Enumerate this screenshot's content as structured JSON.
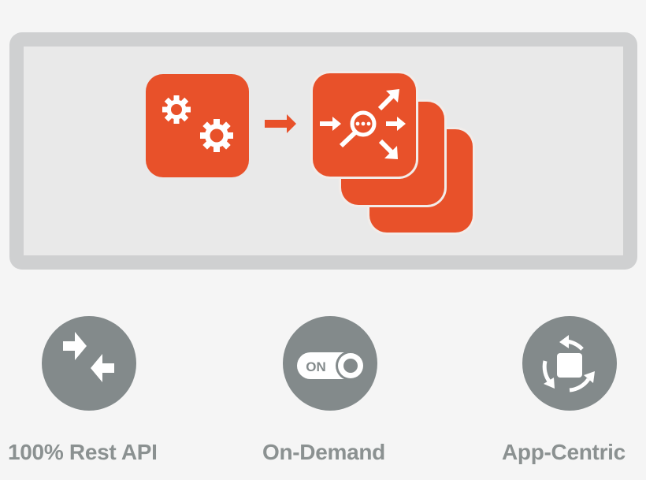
{
  "colors": {
    "accent_orange": "#e8512a",
    "badge_grey": "#838a8b",
    "label_grey": "#8b9191",
    "frame_border": "#cfd0d1",
    "frame_fill": "#e9e9e9",
    "background": "#f5f5f5"
  },
  "diagram": {
    "source_card": {
      "icon": "gears-icon"
    },
    "connector": {
      "icon": "arrow-right-icon"
    },
    "target_stack": {
      "card_count": 3,
      "icon": "magnifier-distribute-icon"
    }
  },
  "features": [
    {
      "icon": "swap-arrows-icon",
      "label": "100% Rest API"
    },
    {
      "icon": "on-toggle-icon",
      "label": "On-Demand",
      "toggle_text": "ON"
    },
    {
      "icon": "rotate-cycle-icon",
      "label": "App-Centric"
    }
  ]
}
